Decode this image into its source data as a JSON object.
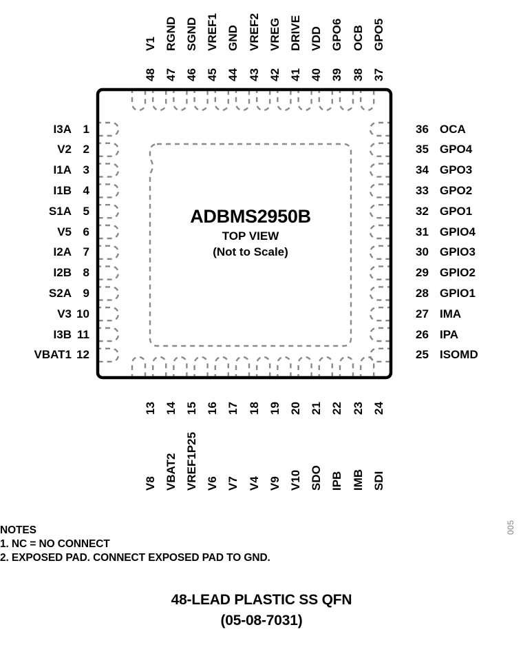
{
  "figure": {
    "figure_id": "005",
    "caption_line1": "48-LEAD PLASTIC SS QFN",
    "caption_line2": "(05-08-7031)"
  },
  "package": {
    "part_number": "ADBMS2950B",
    "view_label": "TOP VIEW",
    "scale_note": "(Not to Scale)",
    "lead_count": 48,
    "body_color": "#000000",
    "pad_color": "#888888",
    "background_color": "#ffffff"
  },
  "notes": {
    "heading": "NOTES",
    "items": [
      "1. NC = NO CONNECT",
      "2. EXPOSED PAD. CONNECT EXPOSED PAD TO GND."
    ]
  },
  "pins": {
    "left": [
      {
        "num": "1",
        "name": "I3A"
      },
      {
        "num": "2",
        "name": "V2"
      },
      {
        "num": "3",
        "name": "I1A"
      },
      {
        "num": "4",
        "name": "I1B"
      },
      {
        "num": "5",
        "name": "S1A"
      },
      {
        "num": "6",
        "name": "V5"
      },
      {
        "num": "7",
        "name": "I2A"
      },
      {
        "num": "8",
        "name": "I2B"
      },
      {
        "num": "9",
        "name": "S2A"
      },
      {
        "num": "10",
        "name": "V3"
      },
      {
        "num": "11",
        "name": "I3B"
      },
      {
        "num": "12",
        "name": "VBAT1"
      }
    ],
    "bottom": [
      {
        "num": "13",
        "name": "V8"
      },
      {
        "num": "14",
        "name": "VBAT2"
      },
      {
        "num": "15",
        "name": "VREF1P25"
      },
      {
        "num": "16",
        "name": "V6"
      },
      {
        "num": "17",
        "name": "V7"
      },
      {
        "num": "18",
        "name": "V4"
      },
      {
        "num": "19",
        "name": "V9"
      },
      {
        "num": "20",
        "name": "V10"
      },
      {
        "num": "21",
        "name": "SDO"
      },
      {
        "num": "22",
        "name": "IPB"
      },
      {
        "num": "23",
        "name": "IMB"
      },
      {
        "num": "24",
        "name": "SDI"
      }
    ],
    "right": [
      {
        "num": "25",
        "name": "ISOMD"
      },
      {
        "num": "26",
        "name": "IPA"
      },
      {
        "num": "27",
        "name": "IMA"
      },
      {
        "num": "28",
        "name": "GPIO1"
      },
      {
        "num": "29",
        "name": "GPIO2"
      },
      {
        "num": "30",
        "name": "GPIO3"
      },
      {
        "num": "31",
        "name": "GPIO4"
      },
      {
        "num": "32",
        "name": "GPO1"
      },
      {
        "num": "33",
        "name": "GPO2"
      },
      {
        "num": "34",
        "name": "GPO3"
      },
      {
        "num": "35",
        "name": "GPO4"
      },
      {
        "num": "36",
        "name": "OCA"
      }
    ],
    "top": [
      {
        "num": "37",
        "name": "GPO5"
      },
      {
        "num": "38",
        "name": "OCB"
      },
      {
        "num": "39",
        "name": "GPO6"
      },
      {
        "num": "40",
        "name": "VDD"
      },
      {
        "num": "41",
        "name": "DRIVE"
      },
      {
        "num": "42",
        "name": "VREG"
      },
      {
        "num": "43",
        "name": "VREF2"
      },
      {
        "num": "44",
        "name": "GND"
      },
      {
        "num": "45",
        "name": "VREF1"
      },
      {
        "num": "46",
        "name": "SGND"
      },
      {
        "num": "47",
        "name": "RGND"
      },
      {
        "num": "48",
        "name": "V1"
      }
    ]
  }
}
